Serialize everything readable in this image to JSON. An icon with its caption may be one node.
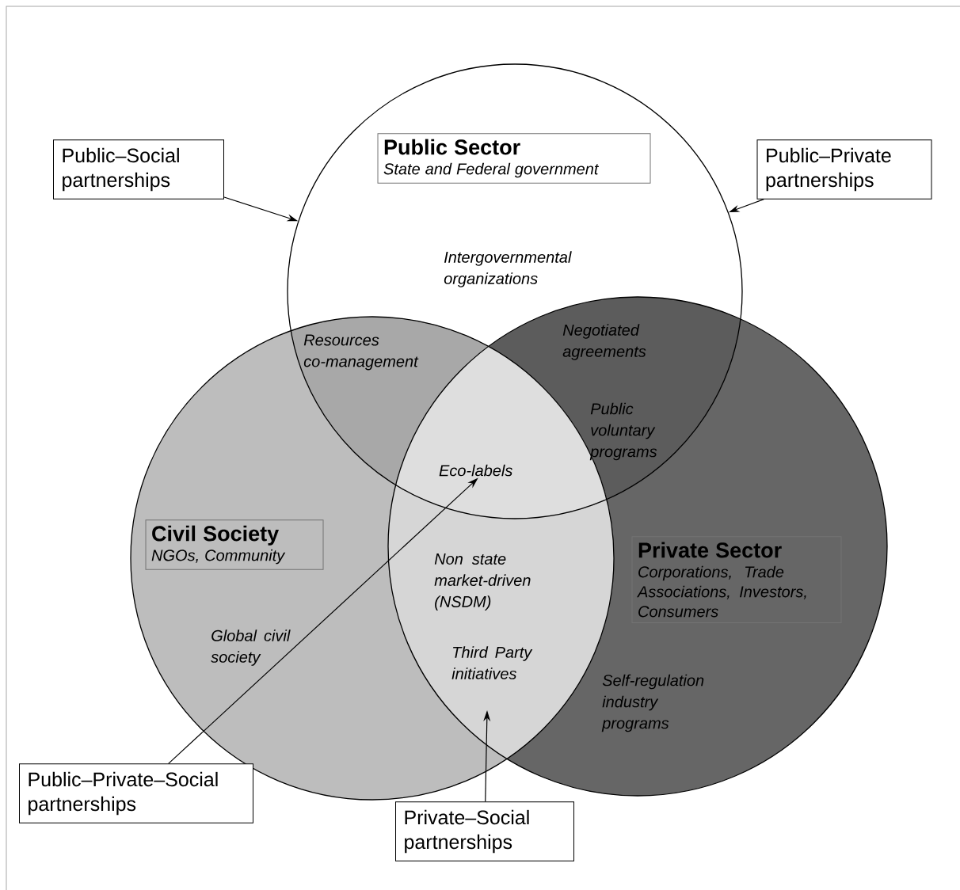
{
  "diagram": {
    "nodes": [
      {
        "text": [],
        "shape": "circle"
      },
      {
        "text": [
          "Public Sector",
          "State and Federal government"
        ],
        "in": 0
      },
      {
        "text": [
          "Public–Social partnerships"
        ]
      },
      {
        "text": [
          "Public–Private partnerships"
        ]
      },
      {
        "text": [],
        "shape": "circle"
      },
      {
        "text": [
          "Civil Society",
          "NGOs, Community"
        ],
        "in": 4
      },
      {
        "text": [],
        "shape": "circle"
      },
      {
        "text": [
          "Private Sector",
          "Corporations, Trade Associations, Investors, Consumers"
        ],
        "in": 6
      },
      {
        "text": [
          "Eco-labels"
        ]
      },
      {
        "text": [
          "Public–Private–Social partnerships"
        ]
      },
      {
        "text": [
          "Private–Social partnerships"
        ]
      }
    ],
    "edges": [
      {
        "from": 2,
        "to": 0,
        "arrow": "to"
      },
      {
        "from": 3,
        "to": 0,
        "arrow": "to"
      },
      {
        "from": 9,
        "to": 8,
        "arrow": "to"
      },
      {
        "from": 10,
        "to": null,
        "arrow": "to"
      }
    ],
    "labels": [
      "Intergovernmental organizations",
      "Resources co-management",
      "Negotiated agreements",
      "Public voluntary programs",
      "Non state market-driven (NSDM)",
      "Third Party initiatives",
      "Global civil society",
      "Self-regulation industry programs"
    ]
  }
}
